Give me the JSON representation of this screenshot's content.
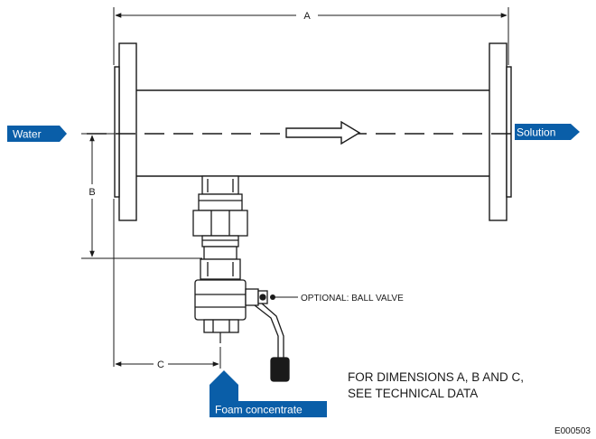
{
  "labels": {
    "water": "Water",
    "solution": "Solution",
    "foam_concentrate": "Foam concentrate"
  },
  "dimensions": {
    "a": "A",
    "b": "B",
    "c": "C"
  },
  "callout": {
    "optional_valve": "OPTIONAL: BALL VALVE"
  },
  "note": {
    "line1": "FOR DIMENSIONS A, B AND C,",
    "line2": "SEE TECHNICAL DATA"
  },
  "figure_code": "E000503",
  "colors": {
    "label_fill": "#0a5ea8",
    "line": "#1a1a1a"
  }
}
